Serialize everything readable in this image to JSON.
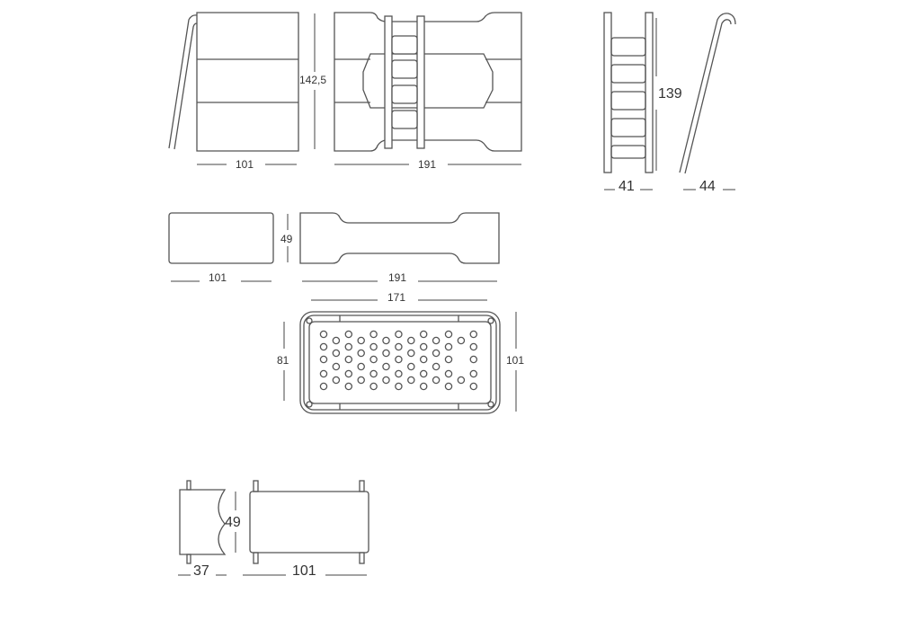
{
  "bunk_side": {
    "width": "101",
    "height": "142,5"
  },
  "bunk_front": {
    "width": "191"
  },
  "ladder": {
    "height": "139",
    "width": "41",
    "hook_depth": "44"
  },
  "single_side": {
    "width": "101",
    "height": "49"
  },
  "single_front": {
    "width": "191"
  },
  "tray_top": {
    "inner_length": "171",
    "inner_width": "81",
    "outer_width": "101"
  },
  "foot_side": {
    "width": "37",
    "height": "49"
  },
  "foot_front": {
    "width": "101"
  },
  "colors": {
    "line": "#555555",
    "text": "#333333"
  }
}
